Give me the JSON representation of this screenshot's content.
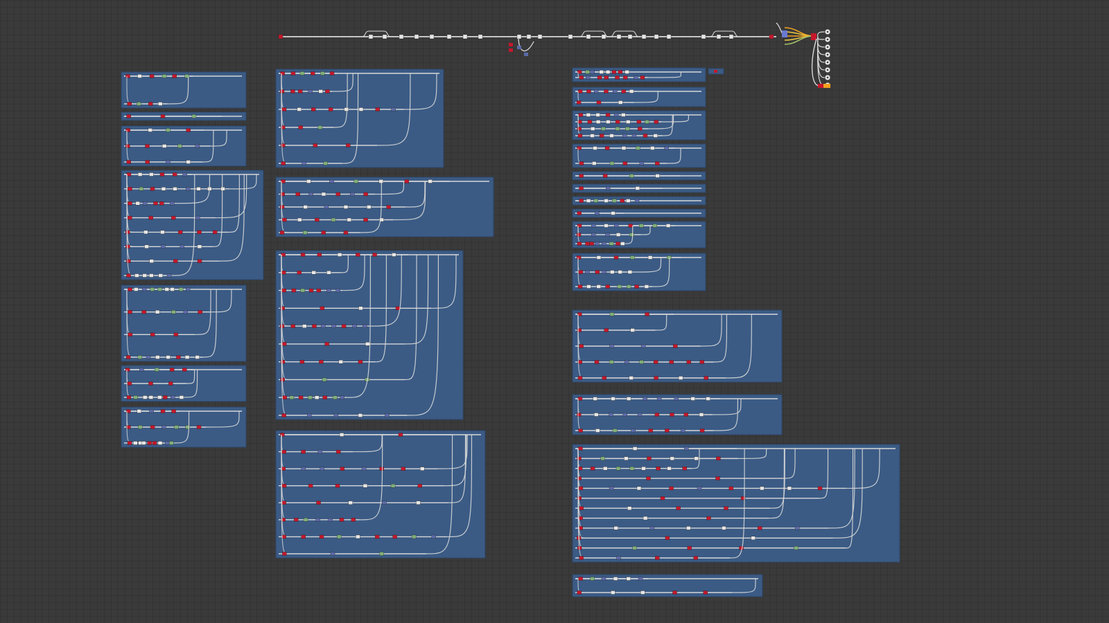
{
  "app": {
    "view": "node-graph-overview"
  },
  "colors": {
    "background": "#3a3a3a",
    "frame": "#3b5b85",
    "frame_border": "#2c4566",
    "wire": "#d8d8d8",
    "node_red": "#c4172c",
    "node_green": "#7fb07a",
    "node_blue": "#5a6aa8",
    "node_white": "#e8e8e8",
    "wire_orange": "#f0a020",
    "wire_yellow": "#e8c440"
  },
  "graph": {
    "frames": [
      {
        "id": "frame-a1",
        "rows": 2
      },
      {
        "id": "frame-a2",
        "rows": 1
      },
      {
        "id": "frame-a3",
        "rows": 3
      },
      {
        "id": "frame-a4",
        "rows": 8
      },
      {
        "id": "frame-a5",
        "rows": 4
      },
      {
        "id": "frame-a6",
        "rows": 3
      },
      {
        "id": "frame-a7",
        "rows": 3
      },
      {
        "id": "frame-b1",
        "rows": 6
      },
      {
        "id": "frame-b2",
        "rows": 5
      },
      {
        "id": "frame-b3",
        "rows": 10
      },
      {
        "id": "frame-b4",
        "rows": 8
      },
      {
        "id": "frame-c1",
        "rows": 2
      },
      {
        "id": "frame-c2",
        "rows": 2
      },
      {
        "id": "frame-c3",
        "rows": 4
      },
      {
        "id": "frame-c4",
        "rows": 2
      },
      {
        "id": "frame-c5",
        "rows": 1
      },
      {
        "id": "frame-c6",
        "rows": 1
      },
      {
        "id": "frame-c7",
        "rows": 1
      },
      {
        "id": "frame-c8",
        "rows": 1
      },
      {
        "id": "frame-c9",
        "rows": 3
      },
      {
        "id": "frame-c10",
        "rows": 3
      },
      {
        "id": "frame-c11",
        "rows": 5
      },
      {
        "id": "frame-c12",
        "rows": 3
      },
      {
        "id": "frame-c13",
        "rows": 12
      },
      {
        "id": "frame-c14",
        "rows": 2
      }
    ],
    "output_sockets": 8
  }
}
